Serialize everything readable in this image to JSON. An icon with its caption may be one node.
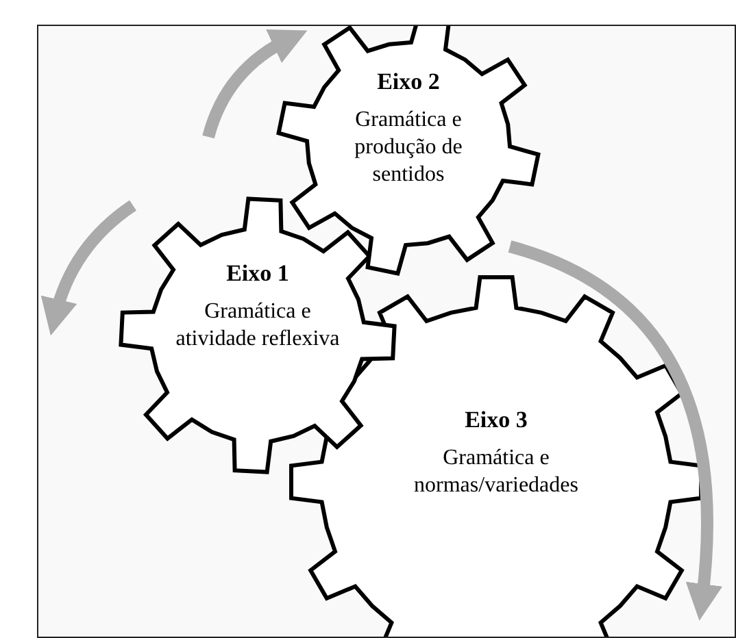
{
  "diagram": {
    "nodes": [
      {
        "text": [
          "Eixo 2",
          "Gramática e produção de sentidos"
        ]
      },
      {
        "text": [
          "Eixo 1",
          "Gramática e atividade reflexiva"
        ]
      },
      {
        "text": [
          "Eixo 3",
          "Gramática e normas/variedades"
        ]
      }
    ],
    "edges": []
  }
}
